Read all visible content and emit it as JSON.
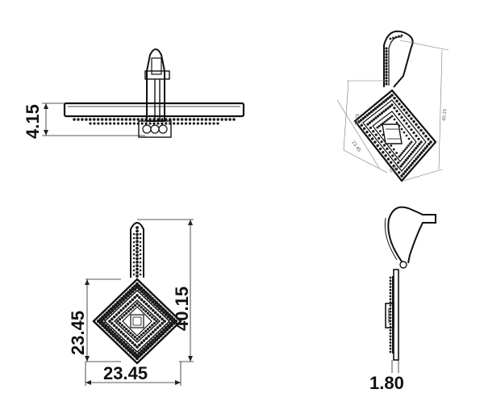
{
  "dimensions": {
    "top_height": "4.15",
    "front_total_height": "40.15",
    "front_width": "23.45",
    "front_height": "23.45",
    "side_thickness": "1.80"
  },
  "iso_labels": {
    "height": "40.15",
    "width_a": "23.45",
    "width_b": "23.45",
    "depth": "1.80"
  },
  "colors": {
    "ink": "#111111",
    "background": "#ffffff"
  }
}
